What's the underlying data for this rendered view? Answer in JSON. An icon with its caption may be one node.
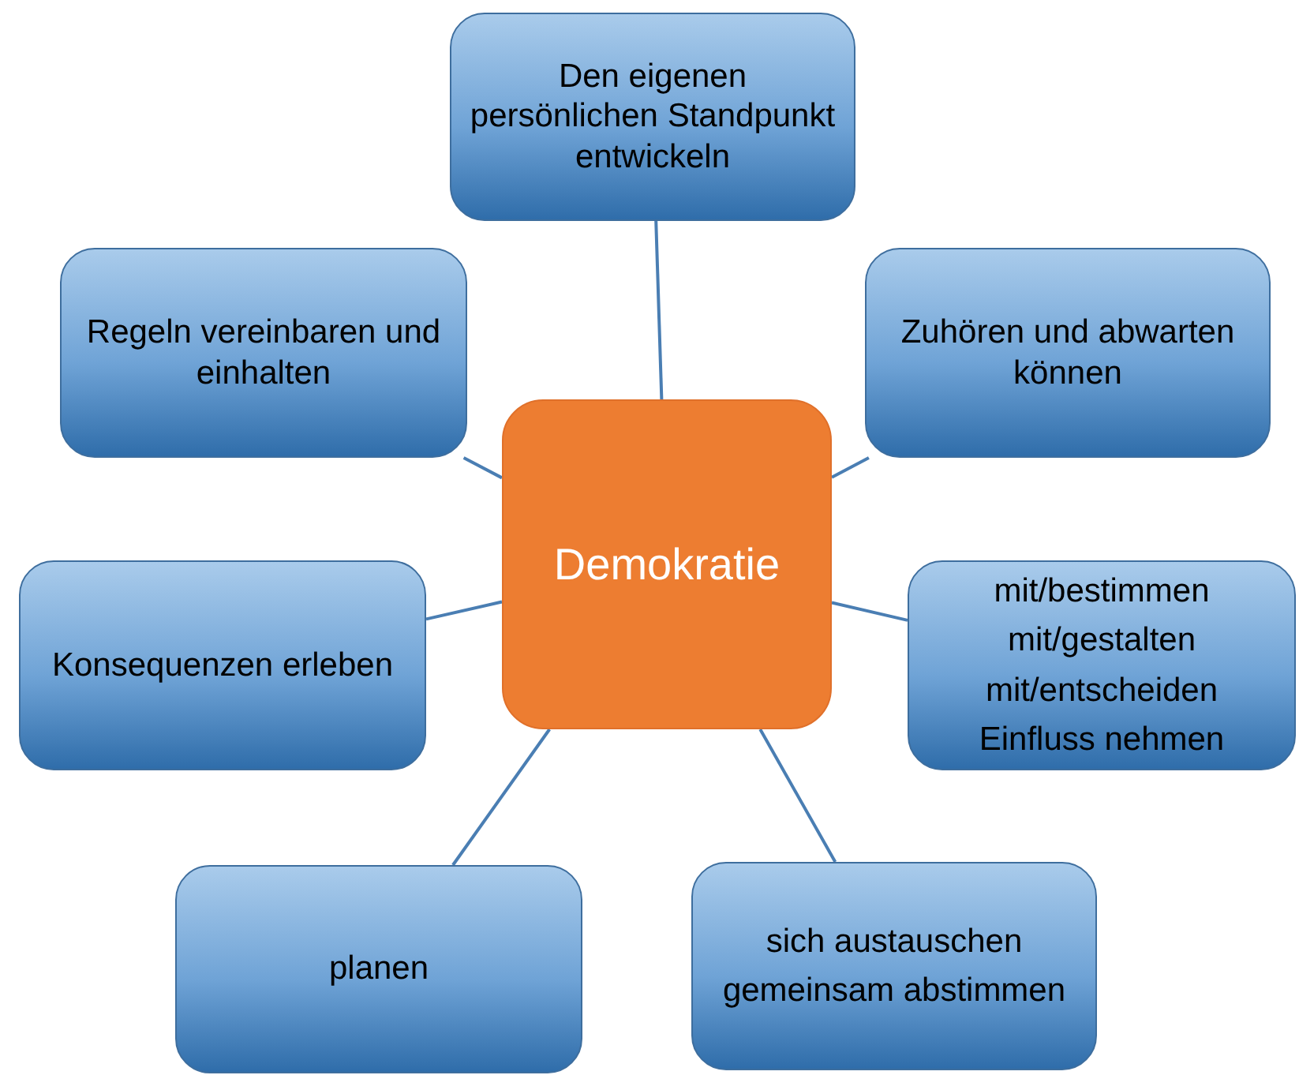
{
  "diagram": {
    "nodes": [
      {
        "text": [
          "Demokratie"
        ]
      },
      {
        "text": [
          "Den eigenen persönlichen Standpunkt entwickeln"
        ]
      },
      {
        "text": [
          "Regeln vereinbaren und einhalten"
        ]
      },
      {
        "text": [
          "Zuhören und abwarten können"
        ]
      },
      {
        "text": [
          "Konsequenzen erleben"
        ]
      },
      {
        "text": [
          "mit/bestimmen",
          "mit/gestalten",
          "mit/entscheiden",
          "Einfluss nehmen"
        ]
      },
      {
        "text": [
          "planen"
        ]
      },
      {
        "text": [
          "sich austauschen",
          "gemeinsam abstimmen"
        ]
      }
    ],
    "edges": [
      {
        "from": 0,
        "to": 1,
        "arrow": "none"
      },
      {
        "from": 0,
        "to": 2,
        "arrow": "none"
      },
      {
        "from": 0,
        "to": 3,
        "arrow": "none"
      },
      {
        "from": 0,
        "to": 4,
        "arrow": "none"
      },
      {
        "from": 0,
        "to": 5,
        "arrow": "none"
      },
      {
        "from": 0,
        "to": 6,
        "arrow": "none"
      },
      {
        "from": 0,
        "to": 7,
        "arrow": "none"
      }
    ]
  }
}
